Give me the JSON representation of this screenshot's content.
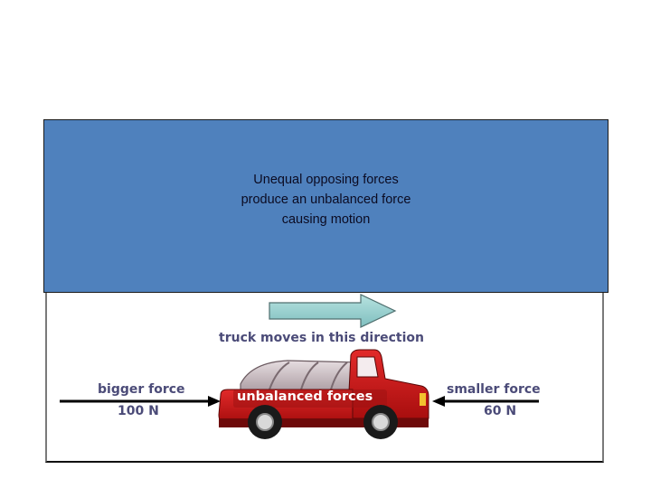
{
  "banner": {
    "lines": [
      "Unequal opposing forces",
      "produce an unbalanced force",
      "causing motion"
    ],
    "color": "#4f81bd"
  },
  "diagram": {
    "direction_label": "truck moves in this direction",
    "truck_label": "unbalanced forces",
    "left_force": {
      "label": "bigger force",
      "value": "100 N",
      "direction": "right"
    },
    "right_force": {
      "label": "smaller force",
      "value": "60 N",
      "direction": "left"
    },
    "colors": {
      "text": "#4b4b78",
      "truck": "#d01818",
      "arrow": "#8fcfcf"
    }
  }
}
